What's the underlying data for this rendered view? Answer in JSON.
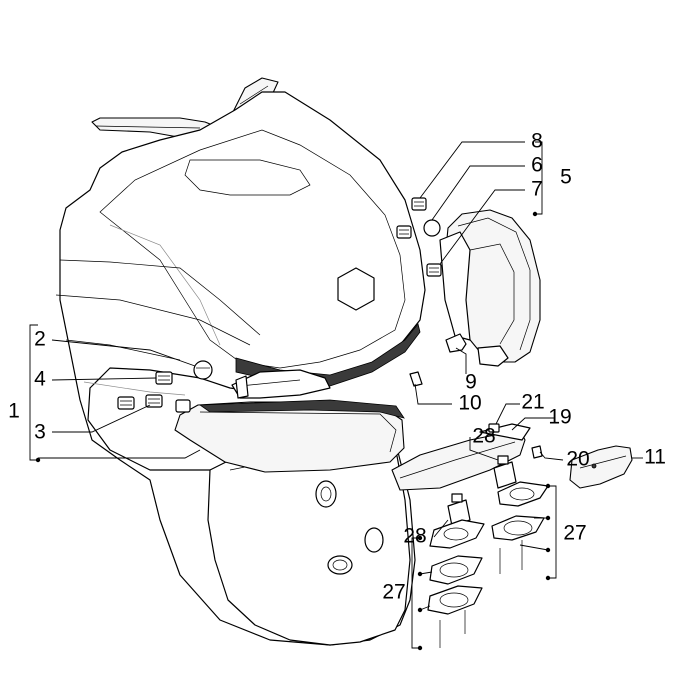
{
  "diagram": {
    "callouts": {
      "c1": "1",
      "c2": "2",
      "c3": "3",
      "c4": "4",
      "c5": "5",
      "c6": "6",
      "c7": "7",
      "c8": "8",
      "c9": "9",
      "c10": "10",
      "c11": "11",
      "c19": "19",
      "c20": "20",
      "c21": "21",
      "c27a": "27",
      "c27b": "27",
      "c28a": "28",
      "c28b": "28"
    }
  }
}
